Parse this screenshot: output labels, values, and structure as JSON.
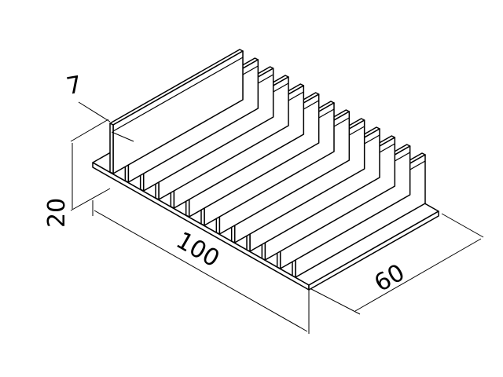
{
  "drawing": {
    "subject": "heatsink",
    "fin_count": 13,
    "dimensions": {
      "fin_thickness": "7",
      "height": "20",
      "length": "100",
      "width": "60"
    },
    "colors": {
      "line": "#000000",
      "background": "#ffffff"
    }
  }
}
